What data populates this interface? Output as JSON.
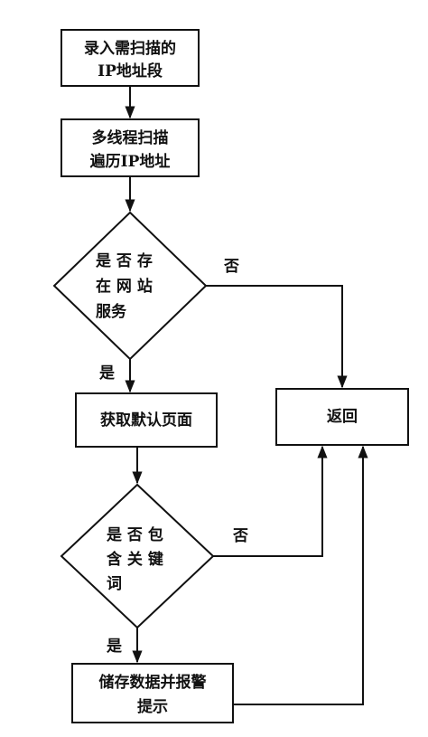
{
  "nodes": {
    "input_range": {
      "lines": [
        "录入需扫描的",
        "IP地址段"
      ]
    },
    "scan": {
      "lines": [
        "多线程扫描",
        "遍历IP地址"
      ]
    },
    "has_web": {
      "lines": [
        "是 否 存",
        "在 网 站",
        "服务"
      ]
    },
    "get_page": {
      "lines": [
        "获取默认页面"
      ]
    },
    "return": {
      "lines": [
        "返回"
      ]
    },
    "has_keyword": {
      "lines": [
        "是 否 包",
        "含 关 键",
        "词"
      ]
    },
    "store_alarm": {
      "lines": [
        "储存数据并报警",
        "提示"
      ]
    }
  },
  "edge_labels": {
    "web_no": "否",
    "web_yes": "是",
    "kw_no": "否",
    "kw_yes": "是"
  }
}
